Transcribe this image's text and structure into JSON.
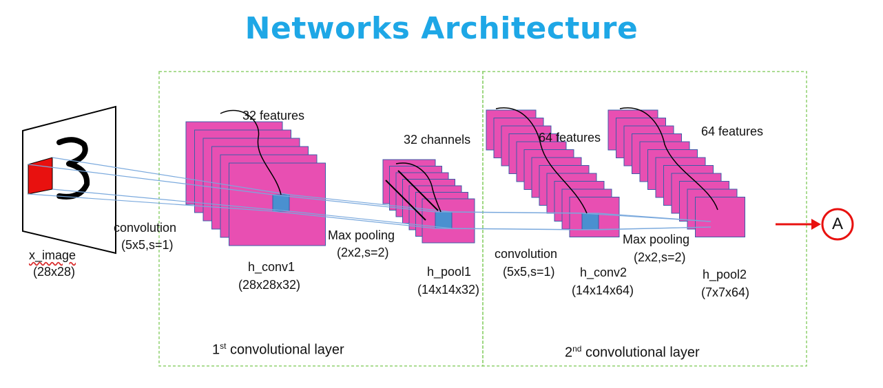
{
  "title": "Networks Architecture",
  "input": {
    "name": "x_image",
    "size": "(28x28)",
    "digit": "3"
  },
  "layer1": {
    "caption_prefix": "1",
    "caption_sup": "st",
    "caption_rest": " convolutional layer",
    "conv_op": {
      "name": "convolution",
      "params": "(5x5,s=1)"
    },
    "conv_block": {
      "features": "32 features",
      "name": "h_conv1",
      "size": "(28x28x32)"
    },
    "pool_op": {
      "name": "Max pooling",
      "params": "(2x2,s=2)"
    }
  },
  "pool1": {
    "channels": "32 channels",
    "name": "h_pool1",
    "size": "(14x14x32)"
  },
  "layer2": {
    "caption_prefix": "2",
    "caption_sup": "nd",
    "caption_rest": " convolutional layer",
    "conv_op": {
      "name": "convolution",
      "params": "(5x5,s=1)"
    },
    "conv_block": {
      "features": "64 features",
      "name": "h_conv2",
      "size": "(14x14x64)"
    },
    "pool_op": {
      "name": "Max pooling",
      "params": "(2x2,s=2)"
    }
  },
  "pool2": {
    "features": "64 features",
    "name": "h_pool2",
    "size": "(7x7x64)"
  },
  "output": {
    "label": "A"
  },
  "colors": {
    "title": "#1ea7e6",
    "feature_map": "#e84fb2",
    "feature_map_border": "#3b5ea8",
    "kernel": "#4a90d0",
    "input_patch": "#e8110f",
    "arrow": "#e8110f",
    "layer_box": "#8fd16f",
    "connector": "#7aa9dd"
  }
}
